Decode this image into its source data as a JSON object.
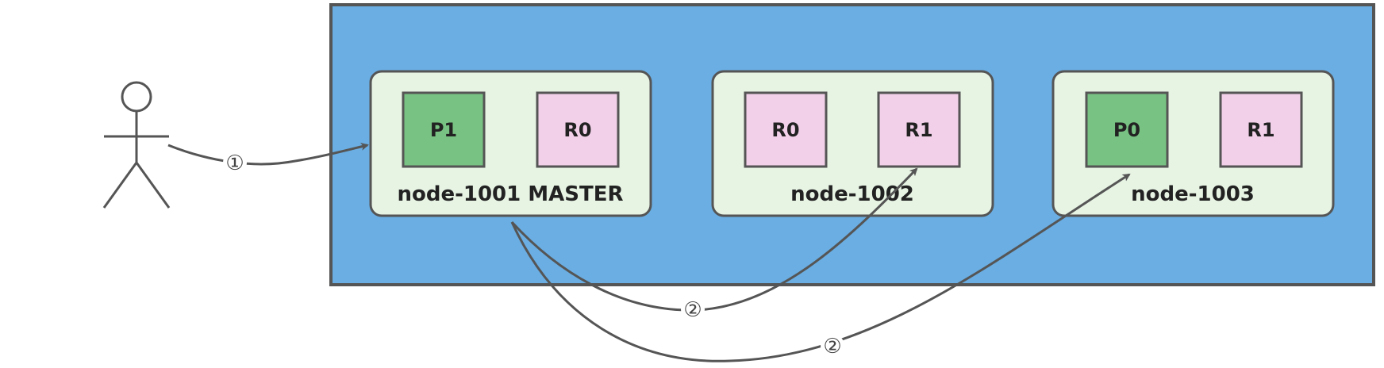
{
  "colors": {
    "cluster_fill": "#6aaee3",
    "node_fill": "#e7f4e4",
    "primary_fill": "#78c383",
    "replica_fill": "#f2d0e9",
    "stroke": "#555555"
  },
  "actor": {
    "icon": "user-actor-icon"
  },
  "nodes": [
    {
      "label": "node-1001 MASTER",
      "shards": [
        "P1",
        "R0"
      ]
    },
    {
      "label": "node-1002",
      "shards": [
        "R0",
        "R1"
      ]
    },
    {
      "label": "node-1003",
      "shards": [
        "P0",
        "R1"
      ]
    }
  ],
  "steps": {
    "request": "①",
    "replicate_to_1002": "②",
    "replicate_to_1003": "②"
  }
}
